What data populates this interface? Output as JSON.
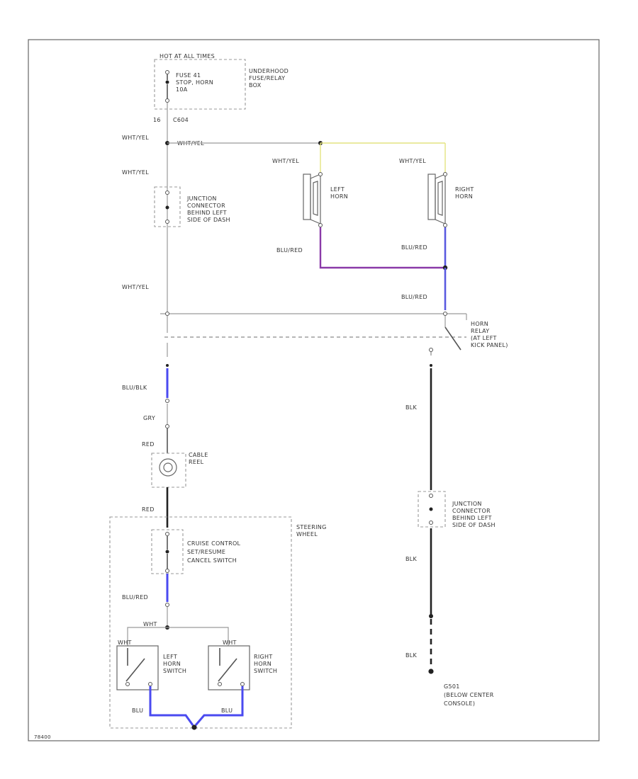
{
  "labels": {
    "hot_at_all_times": "HOT AT ALL TIMES",
    "fuse_line1": "FUSE 41",
    "fuse_line2": "STOP, HORN",
    "fuse_line3": "10A",
    "underhood_1": "UNDERHOOD",
    "underhood_2": "FUSE/RELAY",
    "underhood_3": "BOX",
    "conn_num": "16",
    "conn_code": "C604",
    "wht_yel_top_left": "WHT/YEL",
    "wht_yel_top_mid": "WHT/YEL",
    "wht_yel_left_horn": "WHT/YEL",
    "wht_yel_right_horn": "WHT/YEL",
    "wht_yel_jc": "WHT/YEL",
    "wht_yel_lower": "WHT/YEL",
    "jc1_line1": "JUNCTION",
    "jc1_line2": "CONNECTOR",
    "jc1_line3": "BEHIND LEFT",
    "jc1_line4": "SIDE OF DASH",
    "left_horn_1": "LEFT",
    "left_horn_2": "HORN",
    "right_horn_1": "RIGHT",
    "right_horn_2": "HORN",
    "blu_red_left": "BLU/RED",
    "blu_red_right": "BLU/RED",
    "blu_red_relay": "BLU/RED",
    "horn_relay_1": "HORN",
    "horn_relay_2": "RELAY",
    "horn_relay_3": "(AT LEFT",
    "horn_relay_4": "KICK PANEL)",
    "blu_blk": "BLU/BLK",
    "blk_1": "BLK",
    "gry": "GRY",
    "cable_reel_1": "CABLE",
    "cable_reel_2": "REEL",
    "cable_reel_top": "RED",
    "red": "RED",
    "jc2_line1": "JUNCTION",
    "jc2_line2": "CONNECTOR",
    "jc2_line3": "BEHIND LEFT",
    "jc2_line4": "SIDE OF DASH",
    "steering_1": "STEERING",
    "steering_2": "WHEEL",
    "cruise_1": "CRUISE CONTROL",
    "cruise_2": "SET/RESUME",
    "cruise_3": "CANCEL SWITCH",
    "blk_2": "BLK",
    "blu_red_lower": "BLU/RED",
    "wht": "WHT",
    "wht_l": "WHT",
    "wht_r": "WHT",
    "left_horn_sw_1": "LEFT",
    "left_horn_sw_2": "HORN",
    "left_horn_sw_3": "SWITCH",
    "right_horn_sw_1": "RIGHT",
    "right_horn_sw_2": "HORN",
    "right_horn_sw_3": "SWITCH",
    "blk_3": "BLK",
    "blu_bot_left": "BLU",
    "blu_bot_right": "BLU",
    "g_code": "G501",
    "ground_1": "(BELOW CENTER",
    "ground_2": "CONSOLE)",
    "figure_id": "78400"
  },
  "colors": {
    "wire_blue": "#4a4af0",
    "wire_purple": "#8a3aa8",
    "wire_yellow": "#e4e480",
    "wire_black": "#222222",
    "wire_gray": "#9a9a9a"
  }
}
